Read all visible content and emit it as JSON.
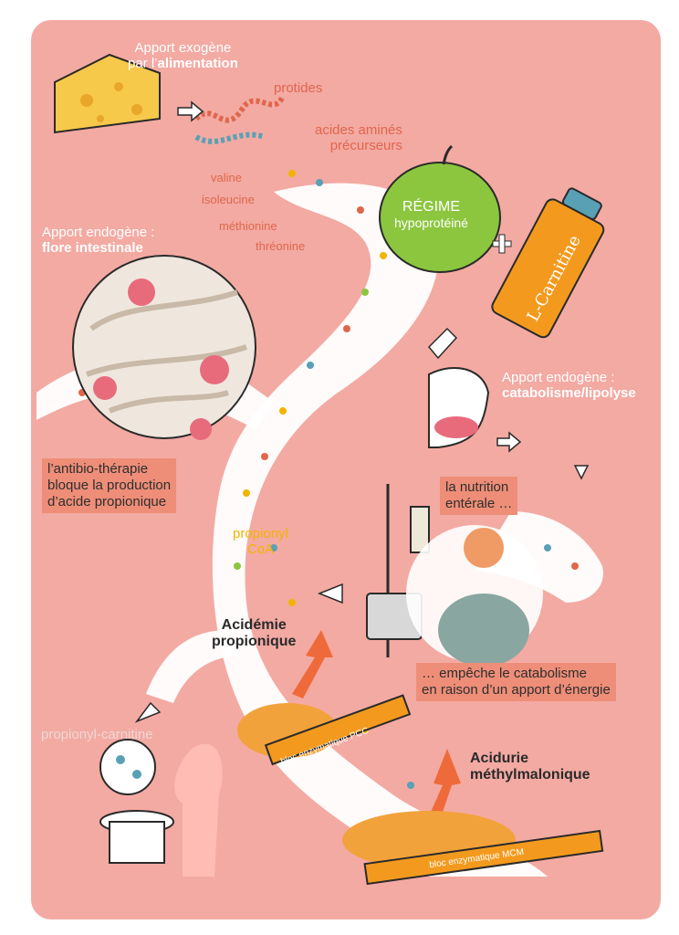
{
  "sources": {
    "exogene_line1": "Apport exogène",
    "exogene_prefix": "par l’",
    "exogene_bold": "alimentation",
    "protides": "protides",
    "acides_amines_1": "acides aminés",
    "acides_amines_2": "précurseurs",
    "endogene_flore_1": "Apport endogène :",
    "endogene_flore_2": "flore intestinale",
    "endogene_cata_1": "Apport endogène :",
    "endogene_cata_2": "catabolisme/lipolyse"
  },
  "amino_acids": [
    "valine",
    "isoleucine",
    "méthionine",
    "thréonine"
  ],
  "regime": {
    "title": "RÉGIME",
    "subtitle": "hypoprotéiné"
  },
  "carnitine_label": "L-Carnitine",
  "notes": {
    "antibio": [
      "l’antibio-thérapie",
      "bloque la production",
      "d’acide propionique"
    ],
    "nutrition": [
      "la nutrition",
      "entérale …"
    ],
    "catabolisme": [
      "… empêche le catabolisme",
      "en raison d’un apport d’énergie"
    ]
  },
  "metabolites": {
    "propionyl_coa_1": "propionyl",
    "propionyl_coa_2": "CoA",
    "propionyl_carnitine": "propionyl-carnitine"
  },
  "diseases": {
    "acidemie_1": "Acidémie",
    "acidemie_2": "propionique",
    "acidurie_1": "Acidurie",
    "acidurie_2": "méthylmalonique"
  },
  "blocks": {
    "pcc": "bloc enzymatique PCC",
    "mcm": "bloc enzymatique MCM"
  },
  "colors": {
    "background": "#f3aaa3",
    "path": "#ffffff",
    "note": "#ee8e78",
    "orange_text": "#e0664b",
    "arrow": "#ef6a3a",
    "cheese": "#f7c94a",
    "apple": "#8cc63f",
    "bottle": "#f39a1e"
  }
}
